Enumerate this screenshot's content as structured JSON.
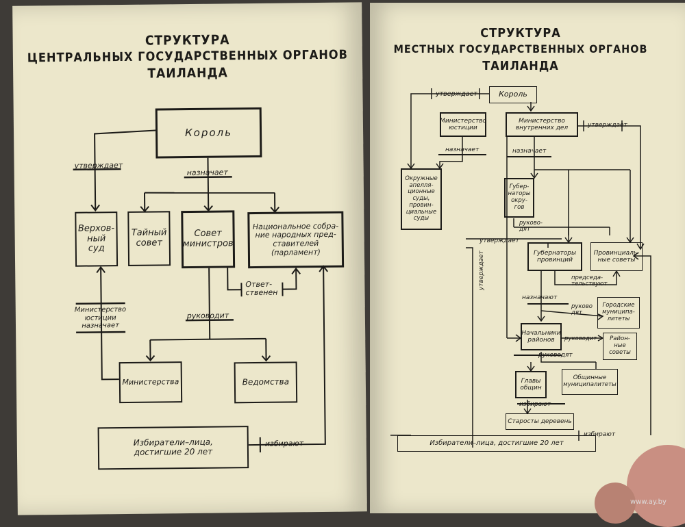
{
  "left": {
    "title": [
      "СТРУКТУРА",
      "ЦЕНТРАЛЬНЫХ ГОСУДАРСТВЕННЫХ ОРГАНОВ",
      "ТАИЛАНДА"
    ],
    "nodes": {
      "king": "Король",
      "supreme_court": "Верхов-\nный\nсуд",
      "privy_council": "Тайный\nсовет",
      "council_of_ministers": "Совет\nминистров",
      "national_assembly": "Национальное собра-\nние народных пред-\nставителей\n(парламент)",
      "ministries": "Министерства",
      "departments": "Ведомства",
      "voters": "Избиратели–лица,\nдостигшие 20 лет"
    },
    "labels": {
      "approves": "утверждает",
      "appoints": "назначает",
      "responsible": "Ответ-\nственен",
      "ministry_justice_appoints": "Министерство\nюстиции\nназначает",
      "directs": "руководит",
      "elect": "избирают"
    }
  },
  "right": {
    "title": [
      "СТРУКТУРА",
      "МЕСТНЫХ ГОСУДАРСТВЕННЫХ ОРГАНОВ",
      "ТАИЛАНДА"
    ],
    "nodes": {
      "king": "Король",
      "ministry_justice": "Министерство\nюстиции",
      "ministry_interior": "Министерство\nвнутренних дел",
      "district_courts": "Окружные\nапелля-\nционные\nсуды,\nпровин-\nциальные\nсуды",
      "governors_districts": "Губер-\nнаторы\nокру-\nгов",
      "governors_provinces": "Губернаторы\nпровинций",
      "provincial_councils": "Провинциаль-\nные советы",
      "city_municipalities": "Городские\nмуниципа-\nлитеты",
      "district_heads": "Начальники\nрайонов",
      "district_councils": "Район-\nные\nсоветы",
      "community_heads": "Главы\nобщин",
      "community_municipalities": "Общинные\nмуниципалитеты",
      "village_elders": "Старосты деревень",
      "voters": "Избиратели–лица, достигшие 20 лет"
    },
    "labels": {
      "approves_top": "утверждает",
      "appoints_a": "назначает",
      "appoints_b": "назначает",
      "approves_right": "утверждает",
      "directs_a": "руково-\nдят",
      "approves_left": "утверждает",
      "approves_vertical": "утверждает",
      "chairs": "председа-\nтельствуют",
      "appoints_c": "назначают",
      "direct_b": "руково\nдят",
      "directs_c": "руководит",
      "direct_d": "руководят",
      "elects": "избирают",
      "elect": "избирают"
    }
  },
  "watermark": "www.ay.by"
}
